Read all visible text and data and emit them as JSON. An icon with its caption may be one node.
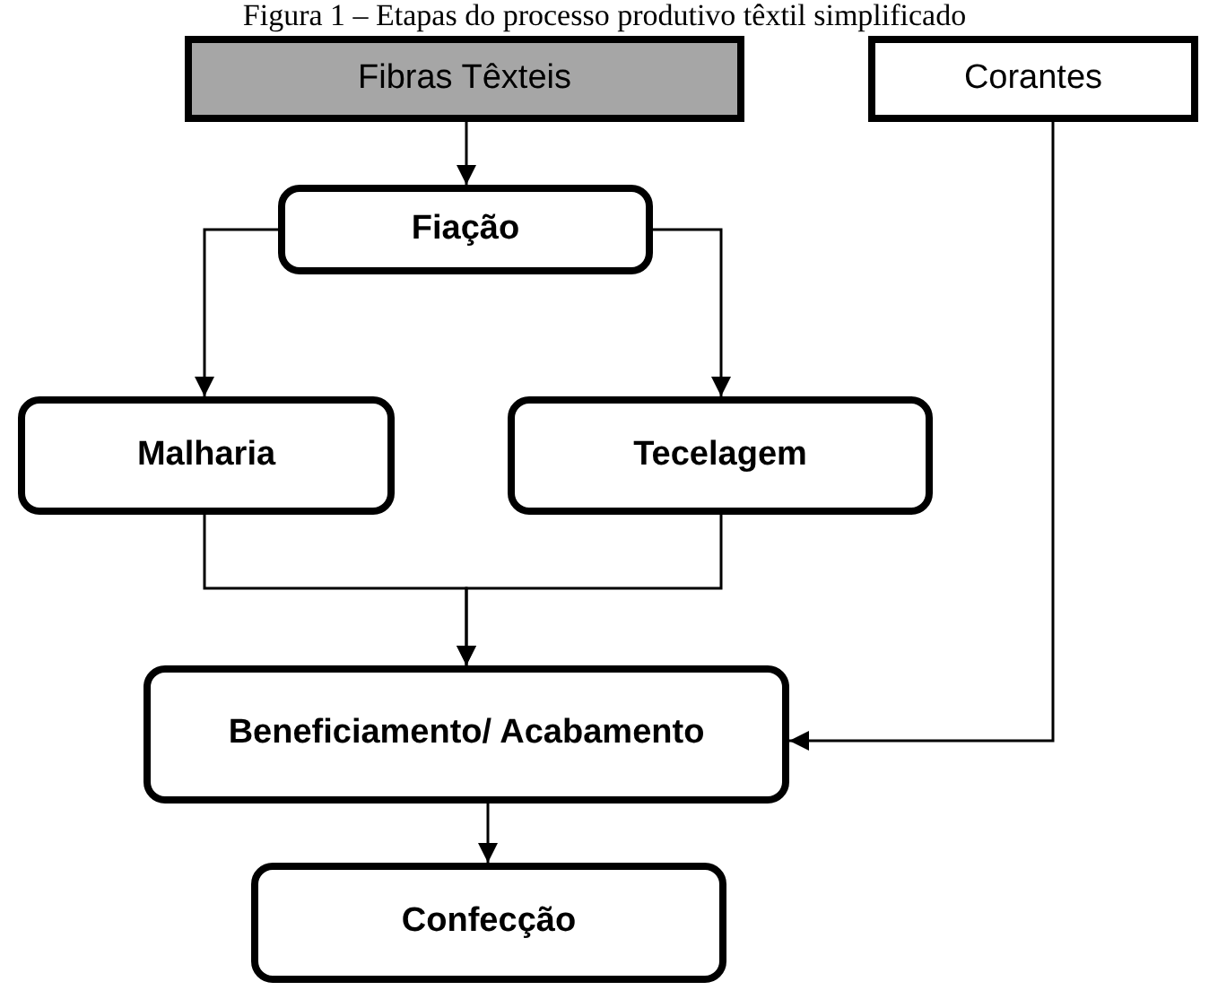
{
  "diagram": {
    "title": "Figura 1 – Etapas do processo produtivo têxtil simplificado",
    "nodes": [
      {
        "text": [
          "Fibras Têxteis"
        ]
      },
      {
        "text": [
          "Corantes"
        ]
      },
      {
        "text": [
          "Fiação"
        ]
      },
      {
        "text": [
          "Malharia"
        ]
      },
      {
        "text": [
          "Tecelagem"
        ]
      },
      {
        "text": [
          "Beneficiamento/ Acabamento"
        ]
      },
      {
        "text": [
          "Confecção"
        ]
      }
    ],
    "edges": [
      {
        "from": 0,
        "to": 2,
        "arrow": "to"
      },
      {
        "from": 2,
        "to": 3,
        "arrow": "to"
      },
      {
        "from": 2,
        "to": 4,
        "arrow": "to"
      },
      {
        "from": 3,
        "to": 5,
        "arrow": "to"
      },
      {
        "from": 4,
        "to": 5,
        "arrow": "to"
      },
      {
        "from": 1,
        "to": 5,
        "arrow": "to"
      },
      {
        "from": 5,
        "to": 6,
        "arrow": "to"
      }
    ]
  }
}
